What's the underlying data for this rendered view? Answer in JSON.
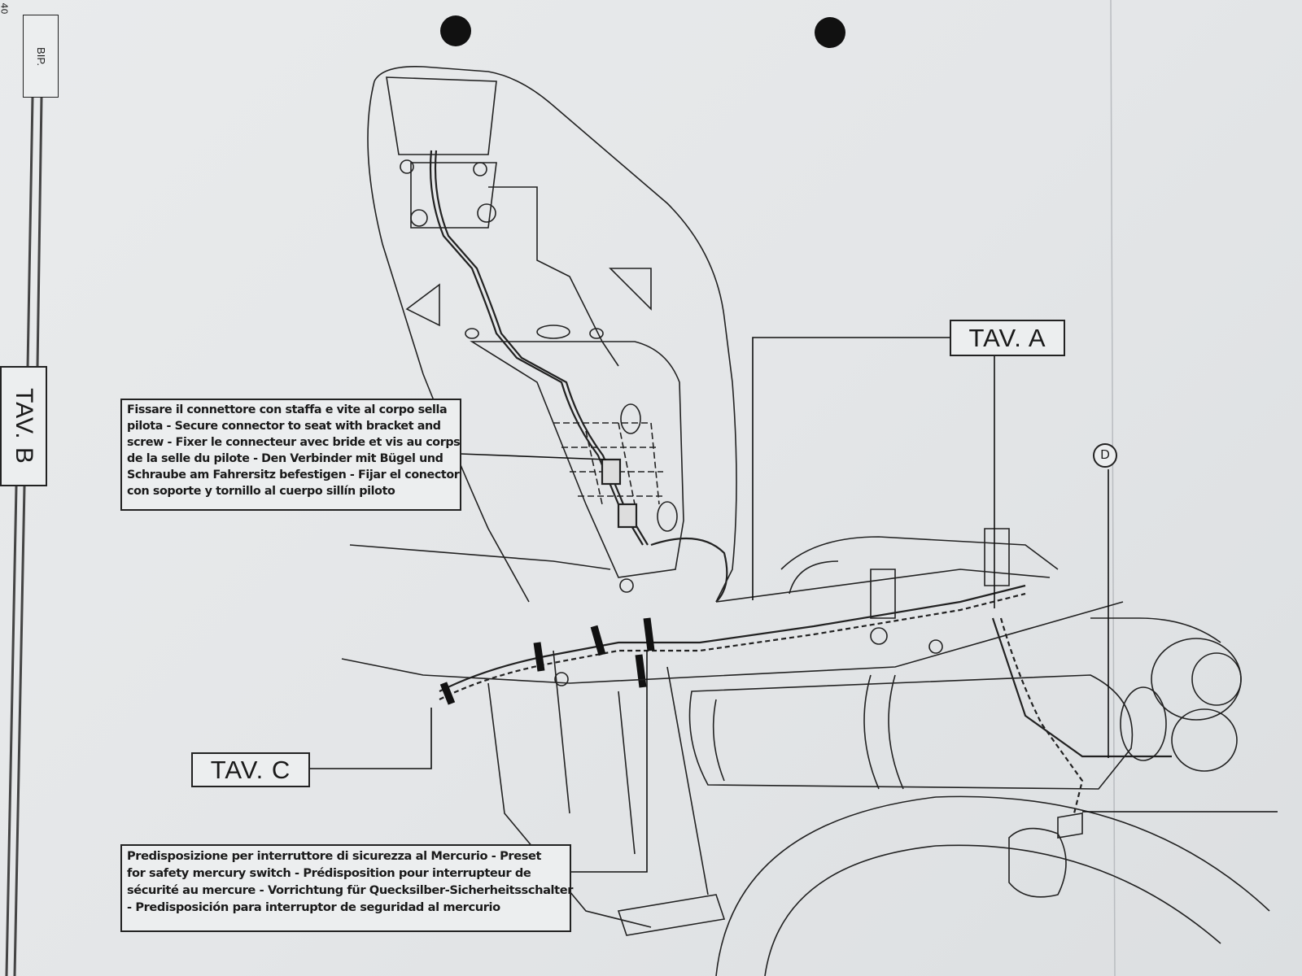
{
  "page": {
    "page_number": "40",
    "section_tab": "BIP.",
    "current_table": "TAV. B"
  },
  "references": {
    "tav_a": "TAV. A",
    "tav_c": "TAV. C",
    "detail_d": "D"
  },
  "notes": {
    "seat_connector": [
      "Fissare il connettore con staffa e vite al corpo sella",
      "pilota - Secure connector to seat with bracket and",
      "screw - Fixer le connecteur avec bride et vis au corps",
      "de la selle du pilote - Den Verbinder mit Bügel und",
      "Schraube am Fahrersitz befestigen - Fijar el conector",
      "con soporte y tornillo al cuerpo sillín piloto"
    ],
    "mercury_switch": [
      "Predisposizione per interruttore di sicurezza al Mercurio - Preset",
      "for safety mercury switch - Prédisposition pour interrupteur de",
      "sécurité au mercure - Vorrichtung für Quecksilber-Sicherheitsschalter",
      "- Predisposición para interruptor de seguridad al mercurio"
    ]
  },
  "colors": {
    "paper": "#e6e8ea",
    "ink": "#1a1a1a"
  }
}
